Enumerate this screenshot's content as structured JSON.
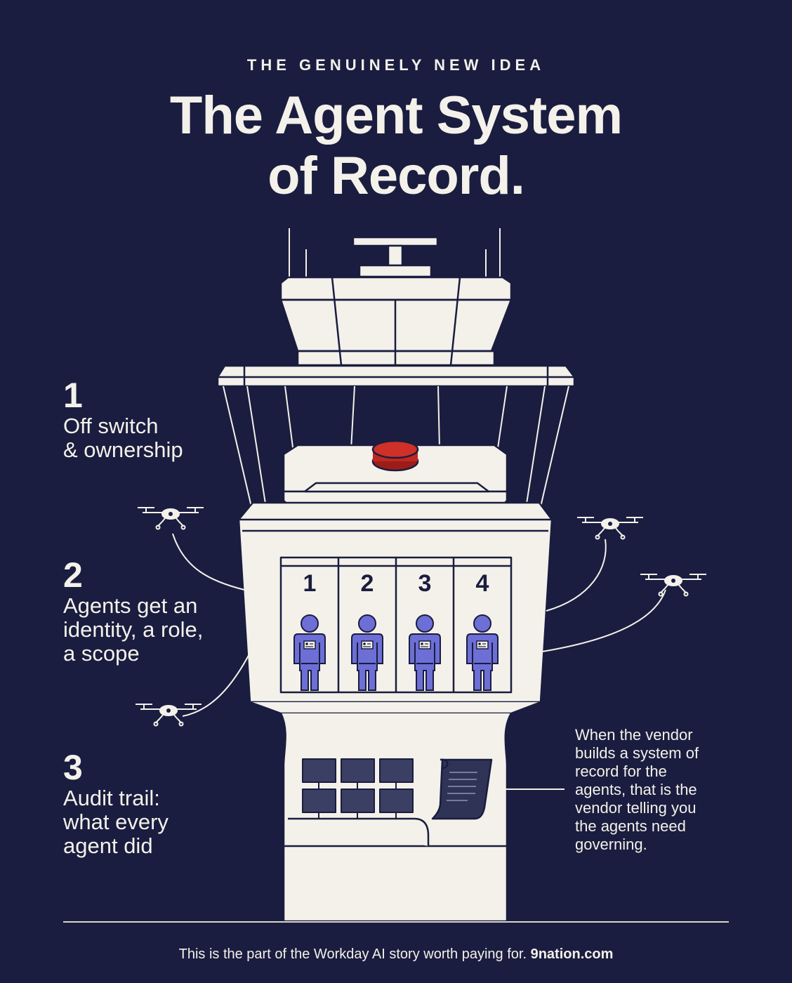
{
  "kicker": "THE GENUINELY NEW IDEA",
  "title": {
    "line1": "The Agent System",
    "line2": "of Record."
  },
  "points": [
    {
      "num": "1",
      "line1": "Off switch",
      "line2": "& ownership"
    },
    {
      "num": "2",
      "line1": "Agents get an",
      "line2": "identity, a role,",
      "line3": "a scope"
    },
    {
      "num": "3",
      "line1": "Audit trail:",
      "line2": "what every",
      "line3": "agent did"
    }
  ],
  "bay_numbers": [
    "1",
    "2",
    "3",
    "4"
  ],
  "note": {
    "line1": "When the vendor",
    "line2": "builds a system of",
    "line3": "record for the",
    "line4": "agents, that is the",
    "line5": "vendor telling you",
    "line6": "the agents need",
    "line7": "governing."
  },
  "footer": {
    "text": "This is the part of the Workday AI story worth paying for.",
    "brand": "9nation.com"
  },
  "colors": {
    "background": "#1a1d3f",
    "tower": "#f3f1ea",
    "agent": "#6d6fd6",
    "off_switch": "#c0271f",
    "screens": "#3a3f63"
  }
}
